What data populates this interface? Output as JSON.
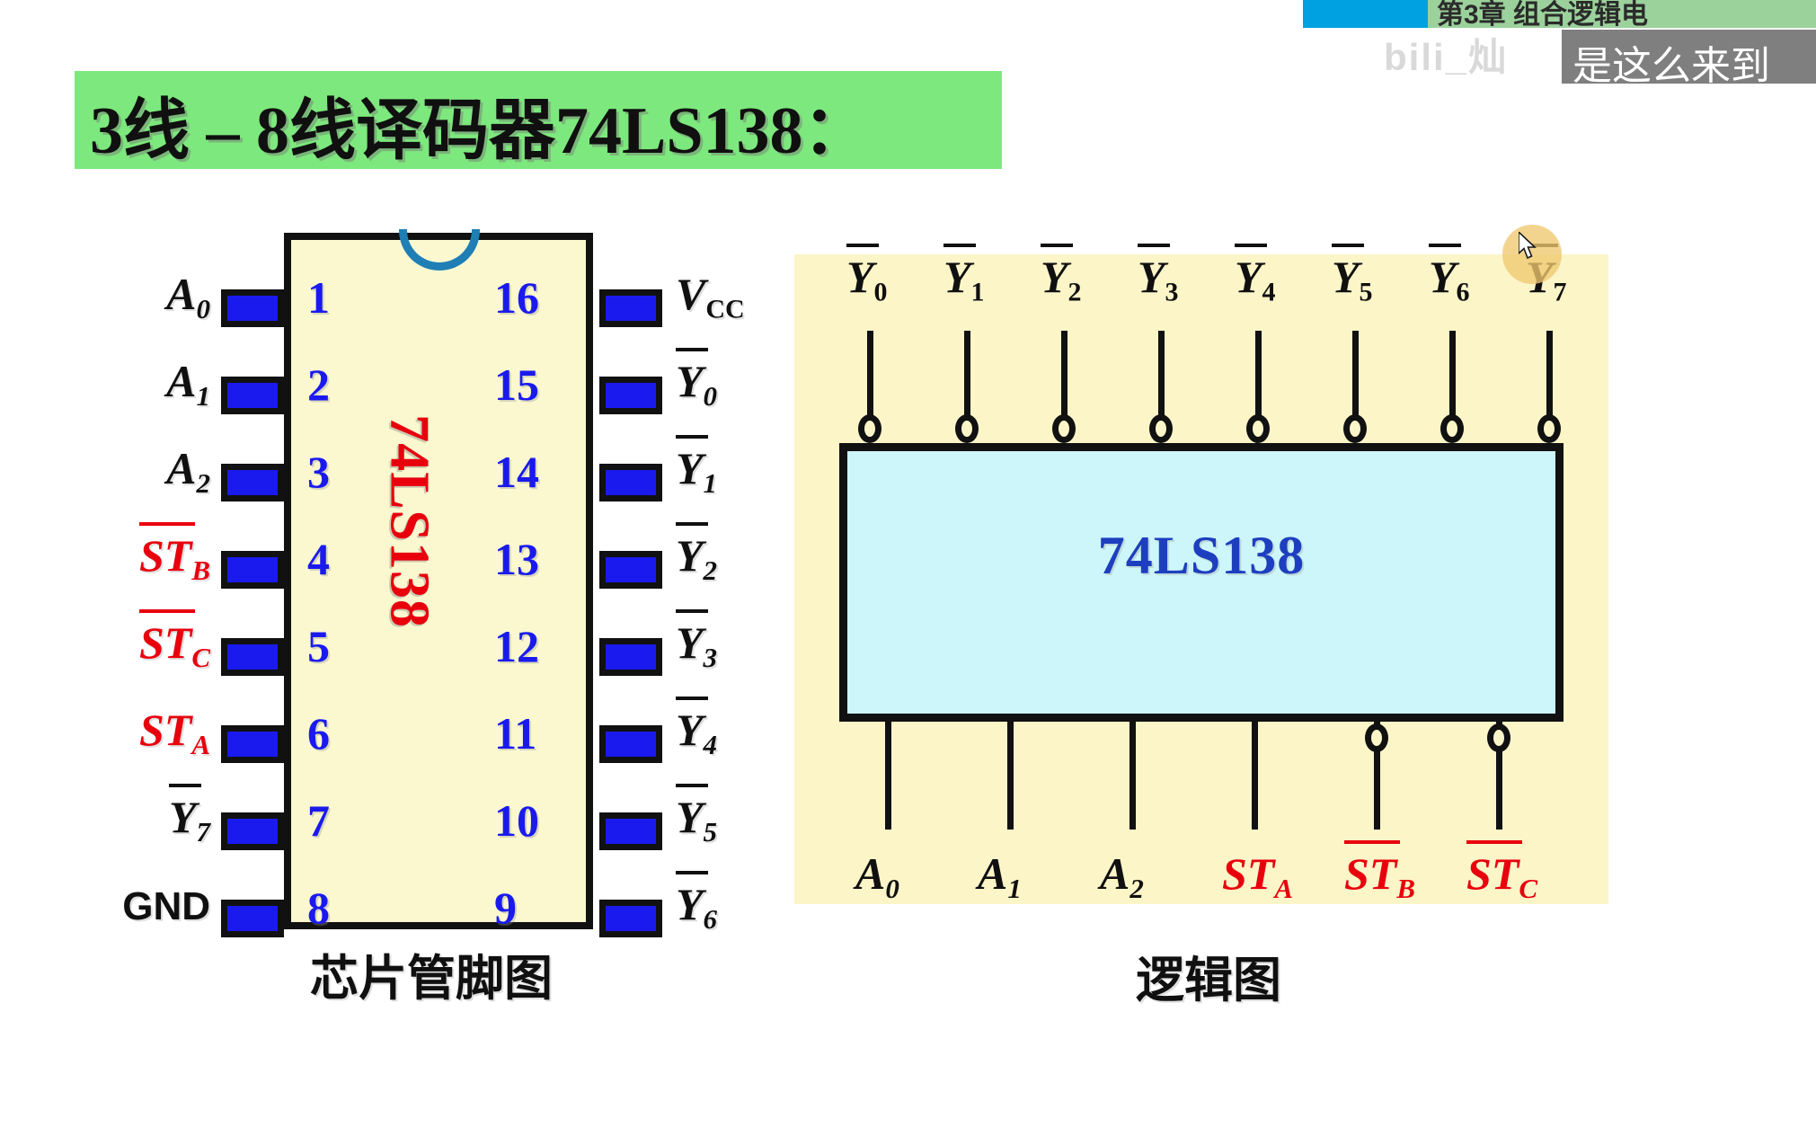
{
  "top_chrome": {
    "chapter_banner": "第3章 组合逻辑电",
    "watermark": "bili_灿",
    "subtitle_overlay": "是这么来到"
  },
  "slide": {
    "title": "3线 – 8线译码器74LS138："
  },
  "colors": {
    "title_highlight": "#7de87d",
    "chip_body": "#fbf8d0",
    "chip_pin": "#1a1aee",
    "chip_name": "#e8000d",
    "logic_panel": "#fbf5c8",
    "logic_box": "#cdf6fa",
    "logic_box_text": "#1d3fbf",
    "banner_green": "#9bd19b",
    "blue_bar": "#00a1e0",
    "overlay_gray": "#7f7f7f",
    "cursor_glow": "#f0c870"
  },
  "pinout": {
    "caption": "芯片管脚图",
    "chip_name": "74LS138",
    "left_pins": [
      {
        "num": "1",
        "label": "A",
        "sub": "0",
        "overbar": false,
        "red": false
      },
      {
        "num": "2",
        "label": "A",
        "sub": "1",
        "overbar": false,
        "red": false
      },
      {
        "num": "3",
        "label": "A",
        "sub": "2",
        "overbar": false,
        "red": false
      },
      {
        "num": "4",
        "label": "ST",
        "sub": "B",
        "overbar": true,
        "red": true
      },
      {
        "num": "5",
        "label": "ST",
        "sub": "C",
        "overbar": true,
        "red": true
      },
      {
        "num": "6",
        "label": "ST",
        "sub": "A",
        "overbar": false,
        "red": true
      },
      {
        "num": "7",
        "label": "Y",
        "sub": "7",
        "overbar": true,
        "red": false
      },
      {
        "num": "8",
        "label": "GND",
        "sub": "",
        "overbar": false,
        "red": false
      }
    ],
    "right_pins": [
      {
        "num": "16",
        "label": "V",
        "sub": "CC",
        "overbar": false,
        "red": false
      },
      {
        "num": "15",
        "label": "Y",
        "sub": "0",
        "overbar": true,
        "red": false
      },
      {
        "num": "14",
        "label": "Y",
        "sub": "1",
        "overbar": true,
        "red": false
      },
      {
        "num": "13",
        "label": "Y",
        "sub": "2",
        "overbar": true,
        "red": false
      },
      {
        "num": "12",
        "label": "Y",
        "sub": "3",
        "overbar": true,
        "red": false
      },
      {
        "num": "11",
        "label": "Y",
        "sub": "4",
        "overbar": true,
        "red": false
      },
      {
        "num": "10",
        "label": "Y",
        "sub": "5",
        "overbar": true,
        "red": false
      },
      {
        "num": "9",
        "label": "Y",
        "sub": "6",
        "overbar": true,
        "red": false
      }
    ]
  },
  "logic_diagram": {
    "caption": "逻辑图",
    "box_label": "74LS138",
    "outputs": [
      {
        "label": "Y",
        "sub": "0",
        "overbar": true,
        "bubble": true
      },
      {
        "label": "Y",
        "sub": "1",
        "overbar": true,
        "bubble": true
      },
      {
        "label": "Y",
        "sub": "2",
        "overbar": true,
        "bubble": true
      },
      {
        "label": "Y",
        "sub": "3",
        "overbar": true,
        "bubble": true
      },
      {
        "label": "Y",
        "sub": "4",
        "overbar": true,
        "bubble": true
      },
      {
        "label": "Y",
        "sub": "5",
        "overbar": true,
        "bubble": true
      },
      {
        "label": "Y",
        "sub": "6",
        "overbar": true,
        "bubble": true
      },
      {
        "label": "Y",
        "sub": "7",
        "overbar": true,
        "bubble": true
      }
    ],
    "inputs": [
      {
        "label": "A",
        "sub": "0",
        "overbar": false,
        "bubble": false,
        "red": false
      },
      {
        "label": "A",
        "sub": "1",
        "overbar": false,
        "bubble": false,
        "red": false
      },
      {
        "label": "A",
        "sub": "2",
        "overbar": false,
        "bubble": false,
        "red": false
      },
      {
        "label": "ST",
        "sub": "A",
        "overbar": false,
        "bubble": false,
        "red": true
      },
      {
        "label": "ST",
        "sub": "B",
        "overbar": true,
        "bubble": true,
        "red": true
      },
      {
        "label": "ST",
        "sub": "C",
        "overbar": true,
        "bubble": true,
        "red": true
      }
    ]
  }
}
